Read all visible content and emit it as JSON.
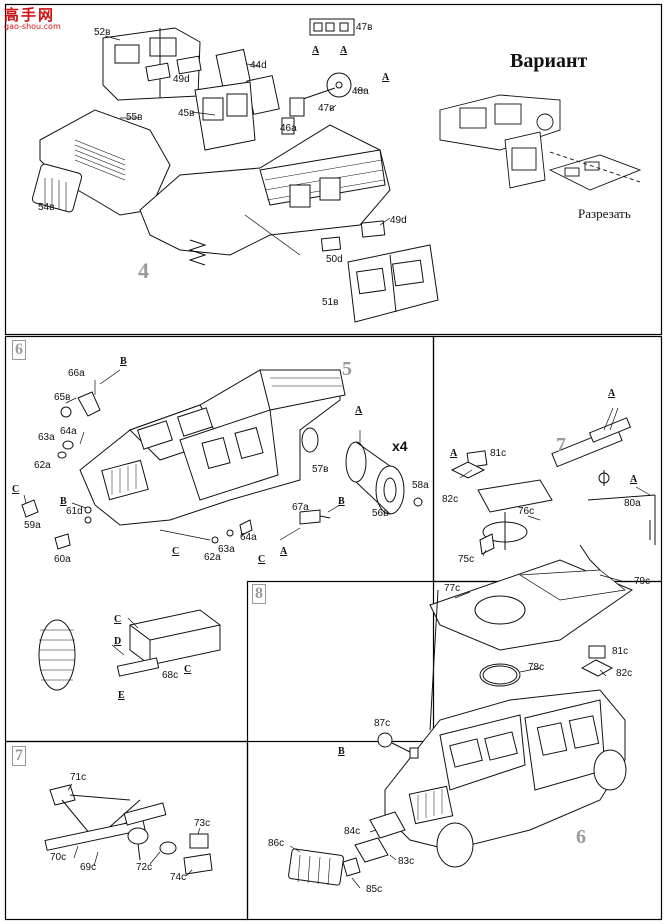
{
  "watermark": {
    "text": "高手网",
    "url_text": "gao-shou.com"
  },
  "variant_title": "Вариант",
  "cut_label": "Разрезать",
  "multiplier": "x4",
  "steps": {
    "s4": "4",
    "s5": "5",
    "s6a": "6",
    "s6b": "6",
    "s7a": "7",
    "s7b": "7",
    "s8": "8"
  },
  "letters": {
    "a1": "A",
    "a2": "A",
    "a3": "A",
    "a4": "A",
    "a5": "A",
    "a6": "A",
    "a7": "A",
    "a8": "A",
    "b1": "B",
    "b2": "B",
    "b3": "B",
    "b4": "B",
    "c1": "C",
    "c2": "C",
    "c3": "C",
    "c4": "C",
    "c5": "C",
    "d1": "D",
    "e1": "E"
  },
  "parts": {
    "p52b": "52в",
    "p47b_top": "47в",
    "p49d_a": "49d",
    "p44d": "44d",
    "p48a": "48a",
    "p55b": "55в",
    "p45b": "45в",
    "p47b": "47в",
    "p46a": "46a",
    "p54b": "54в",
    "p49d_b": "49d",
    "p50d": "50d",
    "p51b": "51в",
    "p66a": "66a",
    "p65b": "65в",
    "p64a_a": "64a",
    "p63a_a": "63a",
    "p62a_a": "62a",
    "p59a": "59a",
    "p61d": "61d",
    "p60a": "60a",
    "p57b": "57в",
    "p58a": "58a",
    "p56b": "56в",
    "p67a": "67a",
    "p64a_b": "64a",
    "p63a_b": "63a",
    "p62a_b": "62a",
    "p68c": "68c",
    "p81c_a": "81c",
    "p82c_a": "82c",
    "p76c": "76c",
    "p75c": "75c",
    "p80a": "80a",
    "p79c": "79c",
    "p77c": "77c",
    "p78c": "78c",
    "p81c_b": "81c",
    "p82c_b": "82c",
    "p87c": "87c",
    "p84c": "84c",
    "p86c": "86c",
    "p83c": "83c",
    "p85c": "85c",
    "p71c": "71c",
    "p70c": "70c",
    "p69c": "69c",
    "p72c": "72c",
    "p73c": "73c",
    "p74c": "74c"
  }
}
